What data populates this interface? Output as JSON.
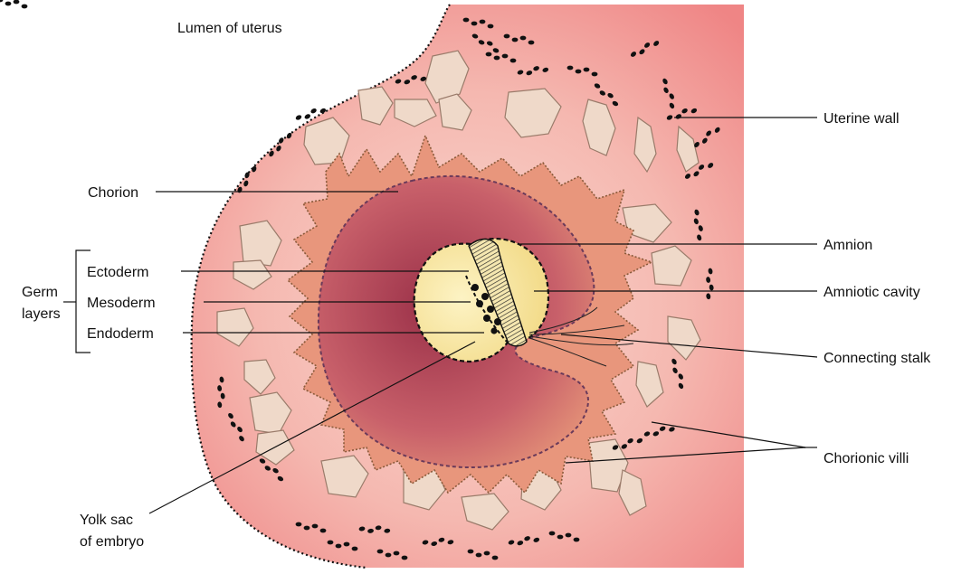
{
  "labels": {
    "lumen": "Lumen of uterus",
    "uterine_wall": "Uterine wall",
    "chorion": "Chorion",
    "amnion": "Amnion",
    "amniotic_cavity": "Amniotic cavity",
    "connecting_stalk": "Connecting stalk",
    "chorionic_villi": "Chorionic villi",
    "germ_layers_line1": "Germ",
    "germ_layers_line2": "layers",
    "ectoderm": "Ectoderm",
    "mesoderm": "Mesoderm",
    "endoderm": "Endoderm",
    "yolk_sac_line1": "Yolk sac",
    "yolk_sac_line2": "of embryo"
  },
  "colors": {
    "uterine_wall": "#f08a8a",
    "decidua_inner": "#f7c4bd",
    "chorion": "#e99a7a",
    "chorionic_cavity_center": "#a33c4e",
    "chorionic_cavity_edge": "#e0866c",
    "yolk": "#f7e6a3",
    "tissue_blob": "#efd9c9",
    "gland_dots": "#111111"
  }
}
